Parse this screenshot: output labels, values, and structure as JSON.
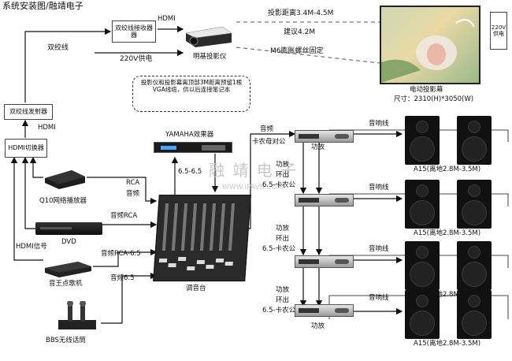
{
  "title": "系统安装图/融靖电子",
  "boxes": {
    "receiver": "双绞线接收器器",
    "transmitter": "双绞线发射器",
    "hdmi_switch": "HDMI切换器"
  },
  "devices": {
    "projector": "明基投影仪",
    "screen": "电动投影幕",
    "screen_size": "尺寸：2310(H)*3050(W)",
    "power_box": "220V供电",
    "effects": "YAMAHA效果器",
    "network_player": "Q10网络播放器",
    "dvd": "DVD",
    "karaoke": "音王点歌机",
    "mic": "BBS无线话筒",
    "mixer": "调音台"
  },
  "labels": {
    "hdmi_top": "HDMI",
    "twisted_pair": "双绞线",
    "power_220": "220V供电",
    "hdmi_left": "HDMI",
    "rca": "RCA",
    "audio_1": "音频",
    "audio_rca": "音频RCA",
    "hdmi_signal": "HDMI信号",
    "audio_rca_65": "音频RCA-6.5",
    "audio_65": "音频6.5",
    "link_65": "6.5-6.5",
    "audio_out": "音频",
    "xlr_to_rca": "卡农母对公",
    "watermark_cn": "融 靖 电 子",
    "watermark_url": "WWW.IPAVS.COM"
  },
  "notes": {
    "distance": "投影距离3.4M-4.5M",
    "suggest": "建议4.2M",
    "screw": "M6膨胀螺丝固定",
    "vga": "投影仪和投影幕离顶部3M距离预留1根VGA线缆，供以后连接笔记本"
  },
  "amp_rows": [
    {
      "amp_label": "功放",
      "link": [
        "功放",
        "环出",
        "6.5-卡农公"
      ],
      "cable": "音响线",
      "spk_label": "A15(离地2.8M-3.5M)"
    },
    {
      "amp_label": "",
      "link": [
        "功放",
        "环出",
        "6.5-卡农公"
      ],
      "cable": "音响线",
      "spk_label": "A15(离地2.8M-3.5M)"
    },
    {
      "amp_label": "",
      "link": [
        "功放",
        "环出",
        "6.5-卡农公"
      ],
      "cable": "音响线",
      "spk_label": "A15(离地2.8M-3.5M)"
    },
    {
      "amp_label": "功放",
      "link": [],
      "cable": "音响线",
      "spk_label": "A15(离地2.8M-3.5M)"
    }
  ],
  "colors": {
    "line": "#111111",
    "dashed": "#555555",
    "watermark": "#c8c8c8"
  }
}
